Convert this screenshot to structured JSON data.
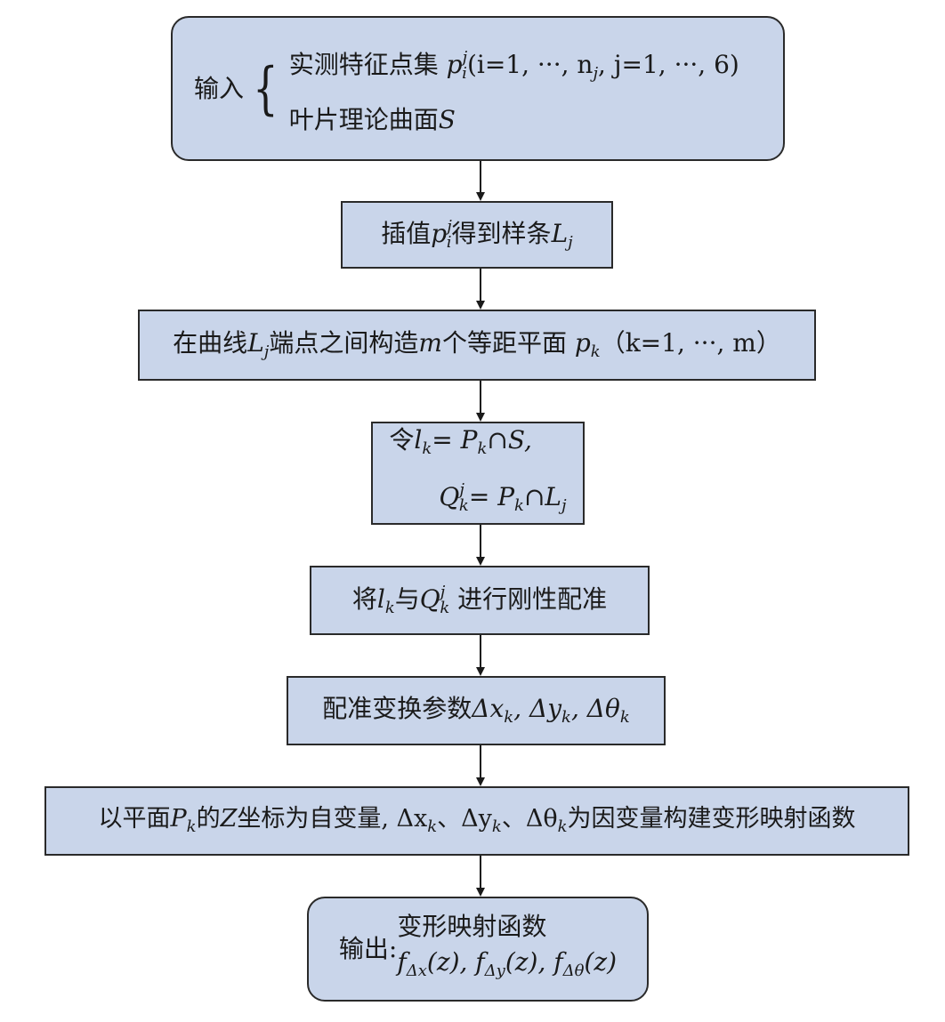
{
  "input": {
    "label": "输入",
    "line1_prefix": "实测特征点集 ",
    "line1_var": "p",
    "line1_sup": "j",
    "line1_sub": "i",
    "line1_suffix": "(i=1, ···, n",
    "line1_suffix_sub": "j",
    "line1_suffix_end": ", j=1, ···, 6)",
    "line2_prefix": "叶片理论曲面",
    "line2_var": "S"
  },
  "step1": {
    "prefix": "插值",
    "var": "p",
    "sup": "j",
    "sub": "i",
    "mid": "得到样条",
    "var2": "L",
    "sub2": "j"
  },
  "step2": {
    "prefix": "在曲线",
    "var": "L",
    "sub": "j",
    "mid": "端点之间构造",
    "m": "m",
    "mid2": "个等距平面 ",
    "p": "p",
    "psub": "k",
    "suffix": "（k=1, ···, m）"
  },
  "step3": {
    "line1_prefix": "令",
    "line1_var": "l",
    "line1_sub": "k",
    "line1_rest": "= P",
    "line1_rest_sub": "k",
    "line1_end": "∩S,",
    "line2_var": "Q",
    "line2_sup": "j",
    "line2_sub": "k",
    "line2_rest": "= P",
    "line2_rest_sub": "k",
    "line2_mid": "∩L",
    "line2_end_sub": "j"
  },
  "step4": {
    "prefix": "将",
    "var": "l",
    "sub": "k",
    "mid": "与",
    "var2": "Q",
    "sup2": "j",
    "sub2": "k",
    "suffix": " 进行刚性配准"
  },
  "step5": {
    "prefix": "配准变换参数",
    "t1": "Δx",
    "s1": "k",
    "t2": ", Δy",
    "s2": "k",
    "t3": ", Δθ",
    "s3": "k"
  },
  "step6": {
    "prefix": "以平面",
    "var": "P",
    "sub": "k",
    "mid": "的",
    "z": "Z",
    "mid2": "坐标为自变量, Δx",
    "s1": "k",
    "t2": "、Δy",
    "s2": "k",
    "t3": "、Δθ",
    "s3": "k",
    "suffix": "为因变量构建变形映射函数"
  },
  "output": {
    "label": "输出: ",
    "line1": "变形映射函数",
    "f": "f",
    "sub1": "Δx",
    "arg1": "(z), ",
    "sub2": "Δy",
    "arg2": "(z), ",
    "sub3": "Δθ",
    "arg3": "(z)"
  }
}
